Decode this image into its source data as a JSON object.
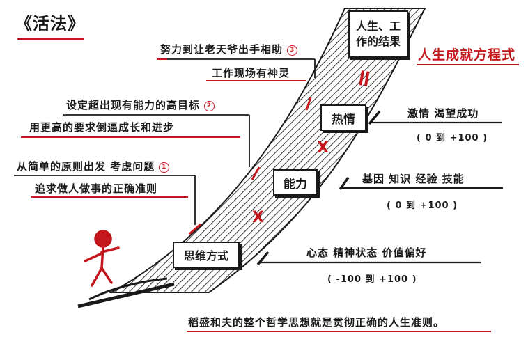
{
  "title": "《活法》",
  "equation_title": "人生成就方程式",
  "result_box": "人生、工作的结果",
  "equals_sign": "=",
  "multiply_sign_1": "X",
  "multiply_sign_2": "X",
  "factors": [
    {
      "label": "热情",
      "desc": "激情  渴望成功",
      "range": "( 0 到 +100 )"
    },
    {
      "label": "能力",
      "desc": "基因  知识  经验  技能",
      "range": "( 0 到 +100 )"
    },
    {
      "label": "思维方式",
      "desc": "心态   精神状态   价值偏好",
      "range": "( -100 到 +100 )"
    }
  ],
  "notes": [
    {
      "line1": "努力到让老天爷出手相助",
      "num": "3",
      "line2": "工作现场有神灵"
    },
    {
      "line1": "设定超出现有能力的高目标",
      "num": "2",
      "line2": "用更高的要求倒逼成长和进步"
    },
    {
      "line1": "从简单的原则出发 考虑问题",
      "num": "1",
      "line2": "追求做人做事的正确准则"
    }
  ],
  "footer": "稻盛和夫的整个哲学思想就是贯彻正确的人生准则。",
  "colors": {
    "accent": "#c4161c",
    "ink": "#1a1a1a"
  }
}
